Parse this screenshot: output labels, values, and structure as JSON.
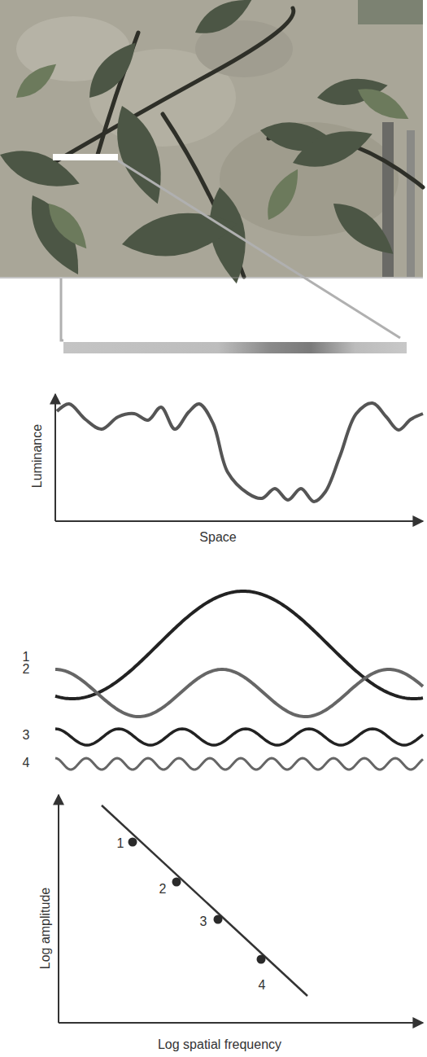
{
  "diagram": {
    "labels": [
      "Luminance",
      "Space",
      "1",
      "2",
      "3",
      "4",
      "Log amplitude",
      "1",
      "2",
      "3",
      "4",
      "Log spatial frequency"
    ]
  }
}
